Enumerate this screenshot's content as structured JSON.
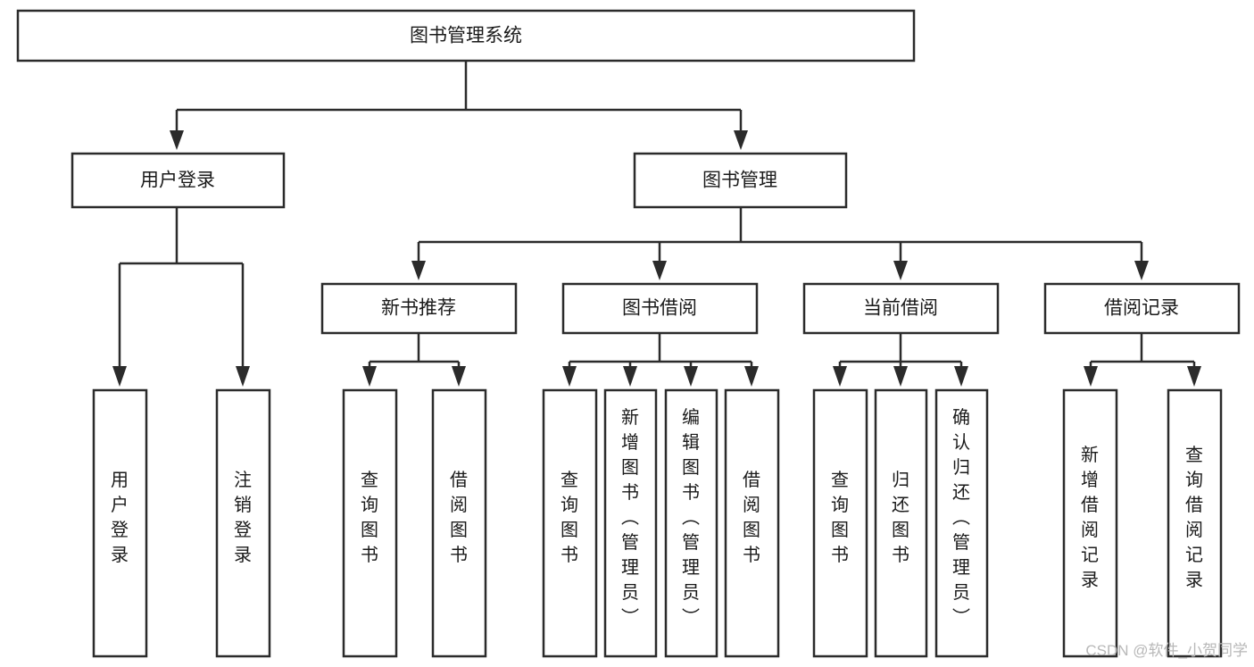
{
  "diagram": {
    "title": "图书管理系统",
    "type": "tree-hierarchy",
    "root": {
      "id": "root",
      "label": "图书管理系统",
      "orientation": "horizontal"
    },
    "level2": [
      {
        "id": "user-login",
        "label": "用户登录",
        "orientation": "horizontal"
      },
      {
        "id": "book-manage",
        "label": "图书管理",
        "orientation": "horizontal"
      }
    ],
    "level3": [
      {
        "id": "new-book-rec",
        "label": "新书推荐",
        "orientation": "horizontal",
        "parent": "book-manage"
      },
      {
        "id": "book-borrow",
        "label": "图书借阅",
        "orientation": "horizontal",
        "parent": "book-manage"
      },
      {
        "id": "current-borrow",
        "label": "当前借阅",
        "orientation": "horizontal",
        "parent": "book-manage"
      },
      {
        "id": "borrow-record",
        "label": "借阅记录",
        "orientation": "horizontal",
        "parent": "book-manage"
      }
    ],
    "leaves": {
      "user-login": [
        {
          "id": "leaf-user-login",
          "label": "用户登录",
          "orientation": "vertical"
        },
        {
          "id": "leaf-logout",
          "label": "注销登录",
          "orientation": "vertical"
        }
      ],
      "new-book-rec": [
        {
          "id": "leaf-query-book-1",
          "label": "查询图书",
          "orientation": "vertical"
        },
        {
          "id": "leaf-borrow-book-1",
          "label": "借阅图书",
          "orientation": "vertical"
        }
      ],
      "book-borrow": [
        {
          "id": "leaf-query-book-2",
          "label": "查询图书",
          "orientation": "vertical"
        },
        {
          "id": "leaf-add-book",
          "label": "新增图书（管理员）",
          "orientation": "vertical"
        },
        {
          "id": "leaf-edit-book",
          "label": "编辑图书（管理员）",
          "orientation": "vertical"
        },
        {
          "id": "leaf-borrow-book-2",
          "label": "借阅图书",
          "orientation": "vertical"
        }
      ],
      "current-borrow": [
        {
          "id": "leaf-query-book-3",
          "label": "查询图书",
          "orientation": "vertical"
        },
        {
          "id": "leaf-return-book",
          "label": "归还图书",
          "orientation": "vertical"
        },
        {
          "id": "leaf-confirm-return",
          "label": "确认归还（管理员）",
          "orientation": "vertical"
        }
      ],
      "borrow-record": [
        {
          "id": "leaf-add-record",
          "label": "新增借阅记录",
          "orientation": "vertical"
        },
        {
          "id": "leaf-query-record",
          "label": "查询借阅记录",
          "orientation": "vertical"
        }
      ]
    }
  },
  "watermark": {
    "text": "CSDN @软件_小贺同学"
  },
  "colors": {
    "box_stroke": "#2b2b2b",
    "box_fill": "#ffffff",
    "text": "#1a1a1a",
    "connector": "#2b2b2b",
    "watermark": "#b8b8b8",
    "background": "#ffffff"
  }
}
